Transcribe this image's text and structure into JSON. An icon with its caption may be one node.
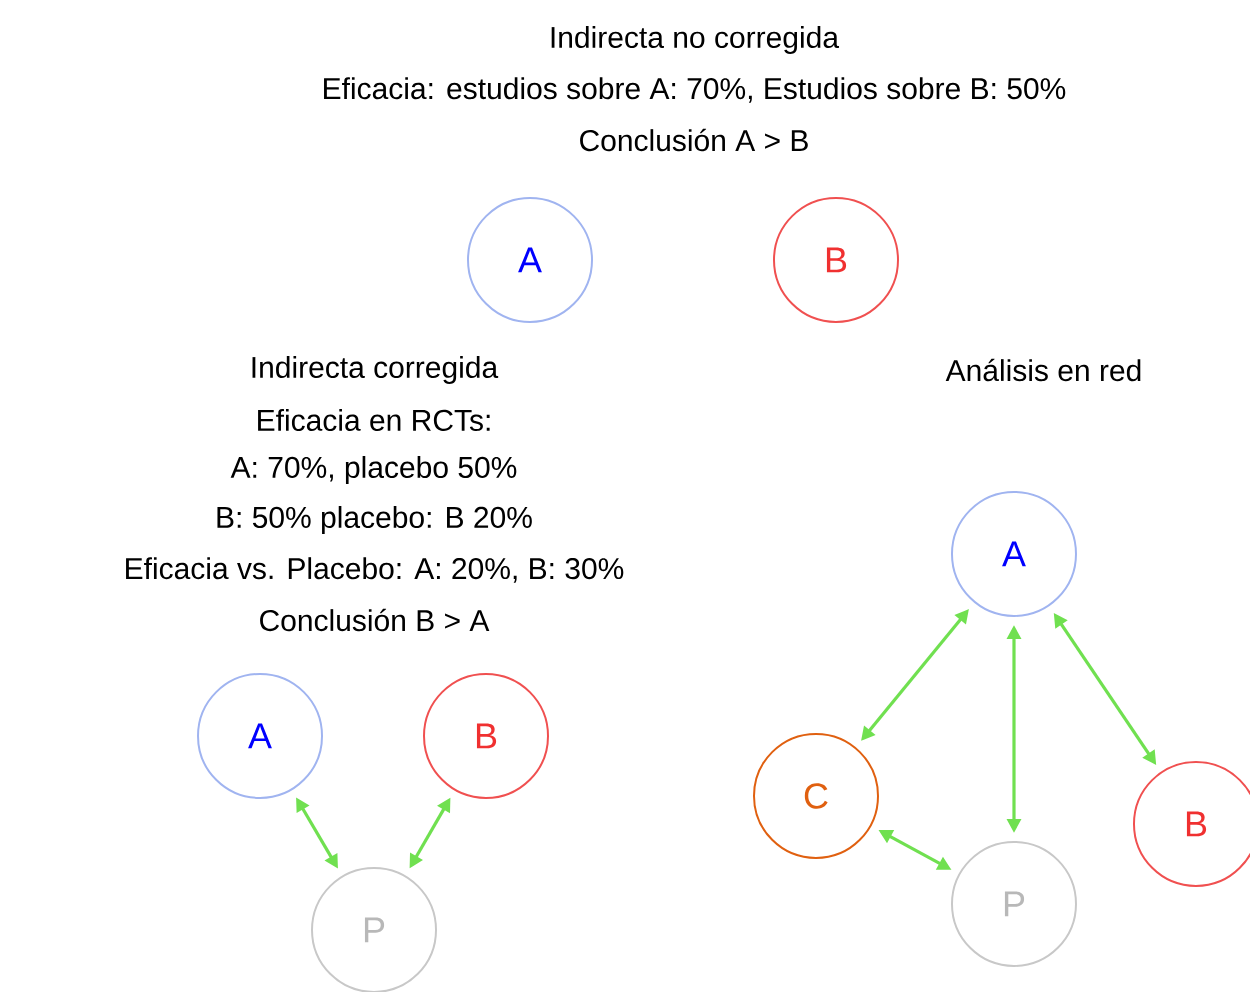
{
  "diagram": {
    "nodes": [
      {
        "text": [
          "A"
        ]
      },
      {
        "text": [
          "B"
        ]
      },
      {
        "text": [
          "A"
        ]
      },
      {
        "text": [
          "B"
        ]
      },
      {
        "text": [
          "P"
        ]
      },
      {
        "text": [
          "A"
        ]
      },
      {
        "text": [
          "C"
        ]
      },
      {
        "text": [
          "P"
        ]
      },
      {
        "text": [
          "B"
        ]
      }
    ],
    "edges": [
      {
        "from": 2,
        "to": 4,
        "arrow": "both"
      },
      {
        "from": 3,
        "to": 4,
        "arrow": "both"
      },
      {
        "from": 5,
        "to": 6,
        "arrow": "both"
      },
      {
        "from": 5,
        "to": 7,
        "arrow": "both"
      },
      {
        "from": 5,
        "to": 8,
        "arrow": "both"
      },
      {
        "from": 6,
        "to": 7,
        "arrow": "both"
      }
    ],
    "labels": [
      "Indirecta no corregida",
      "Eficacia: estudios sobre A: 70%, Estudios sobre B: 50%",
      "Conclusión A > B",
      "Indirecta corregida",
      "Análisis en red",
      "Eficacia en RCTs:",
      "A: 70%, placebo 50%",
      "B: 50% placebo: B 20%",
      "Eficacia vs. Placebo: A: 20%, B: 30%",
      "Conclusión B > A"
    ]
  }
}
